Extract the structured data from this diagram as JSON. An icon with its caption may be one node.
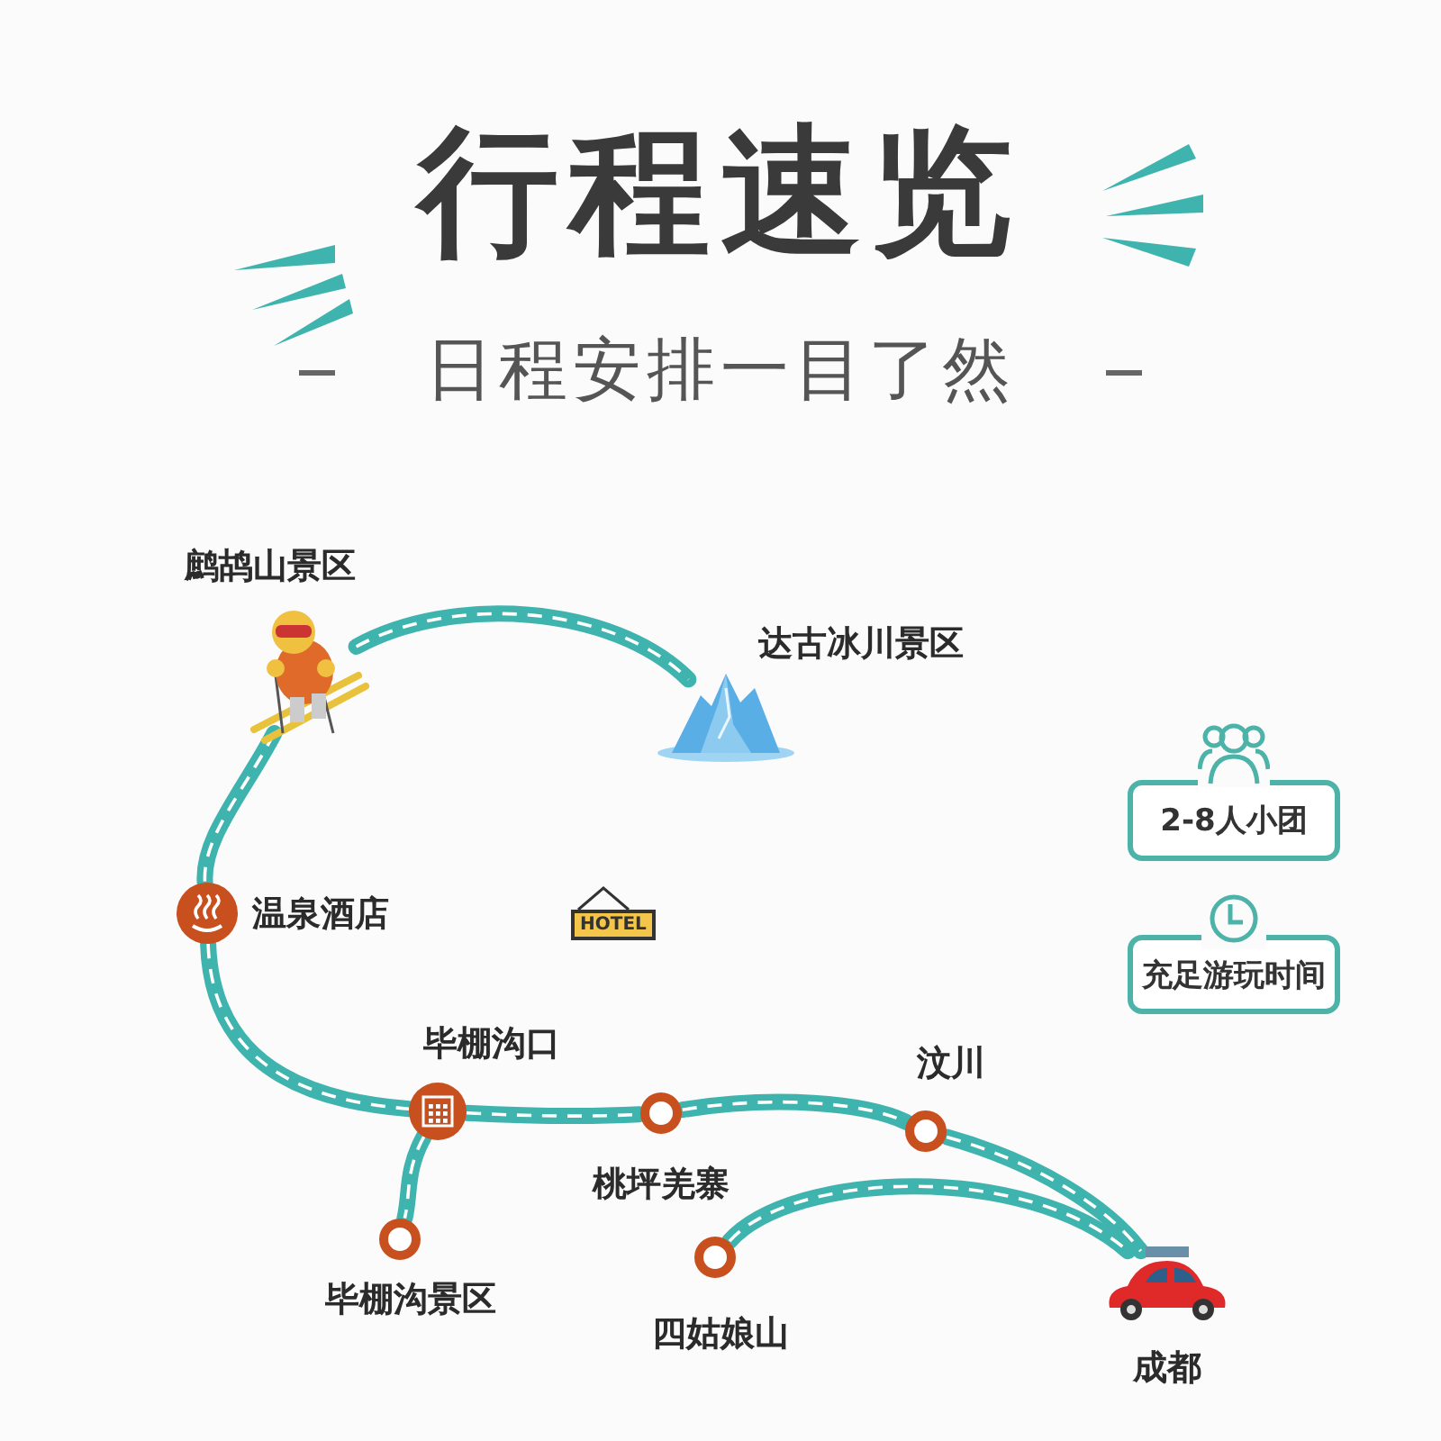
{
  "diagram": {
    "title": "行程速览",
    "nodes": [
      {
        "text": [],
        "shape": "picture",
        "beside": [
          "鹧鸪山景区"
        ]
      },
      {
        "text": [],
        "shape": "picture",
        "beside": [
          "达古冰川景区"
        ]
      },
      {
        "text": [],
        "shape": "circle",
        "beside": [
          "温泉酒店"
        ]
      },
      {
        "text": [],
        "shape": "circle",
        "beside": [
          "毕棚沟口"
        ]
      },
      {
        "text": [],
        "shape": "circle",
        "beside": [
          "桃坪羌寨"
        ]
      },
      {
        "text": [],
        "shape": "circle",
        "beside": [
          "汶川"
        ]
      },
      {
        "text": [],
        "shape": "circle",
        "beside": [
          "毕棚沟景区"
        ]
      },
      {
        "text": [],
        "shape": "circle",
        "beside": [
          "四姑娘山"
        ]
      },
      {
        "text": [],
        "shape": "picture",
        "beside": [
          "成都"
        ]
      },
      {
        "text": [
          "2-8人小团"
        ]
      },
      {
        "text": [
          "充足游玩时间"
        ]
      }
    ],
    "edges": [
      {
        "from": 0,
        "to": 1,
        "arrow": "none"
      },
      {
        "from": 0,
        "to": 2,
        "arrow": "none"
      },
      {
        "from": 2,
        "to": 3,
        "arrow": "none"
      },
      {
        "from": 3,
        "to": 4,
        "arrow": "none"
      },
      {
        "from": 3,
        "to": 6,
        "arrow": "none"
      },
      {
        "from": 4,
        "to": 5,
        "arrow": "none"
      },
      {
        "from": 5,
        "to": 8,
        "arrow": "none"
      },
      {
        "from": 7,
        "to": 8,
        "arrow": "none"
      }
    ],
    "labels": [
      "日程安排一目了然",
      "HOTEL"
    ]
  }
}
